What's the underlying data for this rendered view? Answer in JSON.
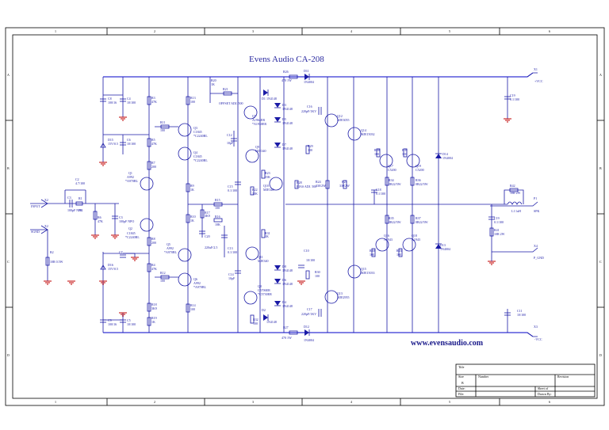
{
  "sheet": {
    "title": "Evens Audio CA-208",
    "website": "www.evensaudio.com",
    "col_marks": [
      "1",
      "2",
      "3",
      "4",
      "5",
      "6"
    ],
    "row_marks": [
      "A",
      "B",
      "C",
      "D"
    ]
  },
  "ports": {
    "input": "INPUT",
    "signal_gnd": "SGND",
    "vcc_pos": "+VCC",
    "vcc_neg": "-VCC",
    "speaker": "SPK",
    "power_gnd": "P_GND",
    "x_pos": "X1",
    "x_neg": "X3",
    "x_spk": "P1",
    "x_gnd": "X4",
    "x_in": "X2",
    "x_sgnd": "X2"
  },
  "components": {
    "C2": "C2",
    "C2_val": "4.7/100",
    "R1": "R1",
    "R1_val": "1K",
    "R6": "R6",
    "R6_val": "47K",
    "C3": "C3",
    "C3_val": "100pF NPO",
    "R2": "R2",
    "R2_val": "10R 0.5W",
    "Q1": "Q1",
    "Q1_part": "A992",
    "Q1_sub": "*A970BL",
    "Q2": "Q2",
    "Q2_part": "C1845",
    "Q2_sub": "*C2240BL",
    "Q3": "Q3",
    "Q3_part": "C1845",
    "Q3_sub": "*C2240BL",
    "Q4": "Q4",
    "Q4_part": "C1845",
    "Q4_sub": "*C2240BL",
    "Q5": "Q5",
    "Q5_part": "A992",
    "Q5_sub": "*A970BL",
    "Q6": "Q6",
    "Q6_part": "A992",
    "Q6_sub": "*A970BL",
    "Q7": "Q7",
    "Q7_part": "A1964ER",
    "Q7_sub": "*A1930ER",
    "Q8": "Q8",
    "Q8_part": "C5706ER",
    "Q8_sub": "*C5730ER",
    "Q9": "Q9",
    "Q9_part": "MJE340",
    "Q10": "Q10",
    "Q10_part": "MJE340",
    "Q11": "Q11",
    "Q11_part": "MJE340",
    "Q12": "Q12",
    "Q12_part": "MJE3055",
    "Q13": "Q13",
    "Q13_part": "MJE2955",
    "Q14": "Q14",
    "Q14_part": "MJE15032",
    "Q15": "Q15",
    "Q15_part": "MJE15033",
    "Q16": "Q16",
    "Q16_part": "A1943",
    "Q17": "Q17",
    "Q17_part": "C5200",
    "Q18": "Q18",
    "Q18_part": "A1943",
    "Q19": "Q19",
    "Q19_part": "C5200",
    "C4": "C4",
    "C4_val": "10/100",
    "C5": "C5",
    "C5_val": "10/100",
    "C6": "C6",
    "C6_val": "10/100",
    "C7": "C7",
    "C7_val": "10/100",
    "C8": "C8",
    "C8_val": "100/16",
    "C9": "C9",
    "C9_val": "100/16",
    "C10": "C10",
    "C10_val": "10/100",
    "C11": "C11",
    "C11_val": "10/100",
    "C12": "C12",
    "C12_val": "10pF",
    "C13": "C13",
    "C13_val": "0.1/100",
    "C14": "C14",
    "C14_val": "10pF",
    "C15": "C15",
    "C15_val": "0.1/100",
    "C16": "C16",
    "C16_val": "220pF/1KV",
    "C17": "C17",
    "C17_val": "220pF/1KV",
    "C18": "C18",
    "C18_val": "0.1/100",
    "C19": "C19",
    "C19_val": "0.1/100",
    "C20": "C20",
    "C20_val": "220uF/2.5",
    "D1": "D1",
    "D1_val": "1N4148",
    "D2": "D2",
    "D2_val": "1N4148",
    "D3": "D3",
    "D3_val": "1N4148",
    "D4": "D4",
    "D4_val": "1N4148",
    "D5": "D5",
    "D5_val": "1N4148",
    "D6": "D6",
    "D6_val": "1N4148",
    "D7": "D7",
    "D7_val": "1N4148",
    "D8": "D8",
    "D8_val": "1N4148",
    "D9": "D9",
    "D9_val": "1N4148",
    "D10": "D10",
    "D10_val": "1N4148",
    "D11": "D11",
    "D11_val": "1N4004",
    "D12": "D12",
    "D12_val": "1N4004",
    "D13": "D13",
    "D13_val": "1N4004",
    "D14": "D14",
    "D14_val": "1N4004",
    "D15": "D15",
    "D15_val": "15V/0.5",
    "D16": "D16",
    "D16_val": "15V/0.5",
    "R3": "R3",
    "R3_val": "47K",
    "R4": "R4",
    "R4_val": "47K",
    "R5": "R5",
    "R5_val": "47K",
    "R7": "R7",
    "R7_val": "200",
    "R8": "R8",
    "R8_val": "200",
    "R9": "R9",
    "R9_val": "1K",
    "R10": "R10",
    "R10_val": "1K",
    "R11": "R11",
    "R11_val": "100",
    "R12": "R12",
    "R12_val": "100",
    "R13": "R13",
    "R13_val": "100",
    "R14": "R14",
    "R14_val": "100",
    "R15": "R15",
    "R15_val": "100",
    "R16": "R16",
    "R16_val": "10K",
    "R17": "R17",
    "R17_val": "3K9",
    "R18": "R18",
    "R18_val": "3K9",
    "R19": "R19",
    "R19_val": "1K",
    "R20": "R20",
    "R20_val": "1K",
    "R21": "R21",
    "R21_val": "OFFSET ADJ. 500",
    "R22": "R22",
    "R22_val": "10K",
    "R23": "R23",
    "R23_val": "15K",
    "R24": "R24",
    "R24_val": "330/2W",
    "R25": "R25",
    "R25_val": "330/2W",
    "R26": "R26",
    "R26_val": "470 1W",
    "R27": "R27",
    "R27_val": "470 1W",
    "R28": "R28",
    "R28_val": "BIAS ADJ. 500",
    "R29": "R29",
    "R29_val": "100",
    "R30": "R30",
    "R30_val": "100",
    "R31": "R31",
    "R31_val": "1K",
    "R32": "R32",
    "R32_val": "100",
    "R33": "R33",
    "R33_val": "100",
    "R34": "R34",
    "R34_val": "0R22/5W",
    "R35": "R35",
    "R35_val": "0R22/5W",
    "R36": "R36",
    "R36_val": "0R22/5W",
    "R37": "R37",
    "R37_val": "0R22/5W",
    "R38": "R38",
    "R38_val": "100",
    "R39": "R39",
    "R39_val": "100",
    "R40": "R40",
    "R40_val": "100",
    "R41": "R41",
    "R41_val": "10R 2W",
    "R42": "R42",
    "R42_val": "10R 2W",
    "R43": "R43",
    "R43_val": "100",
    "L1": "L1",
    "L1_val": "1uH"
  },
  "title_block": {
    "title_label": "Title",
    "size_label": "Size",
    "size_val": "B",
    "number_label": "Number",
    "revision_label": "Revision",
    "date_label": "Date:",
    "file_label": "File:",
    "sheet_label": "Sheet of",
    "drawn_label": "Drawn By:"
  }
}
